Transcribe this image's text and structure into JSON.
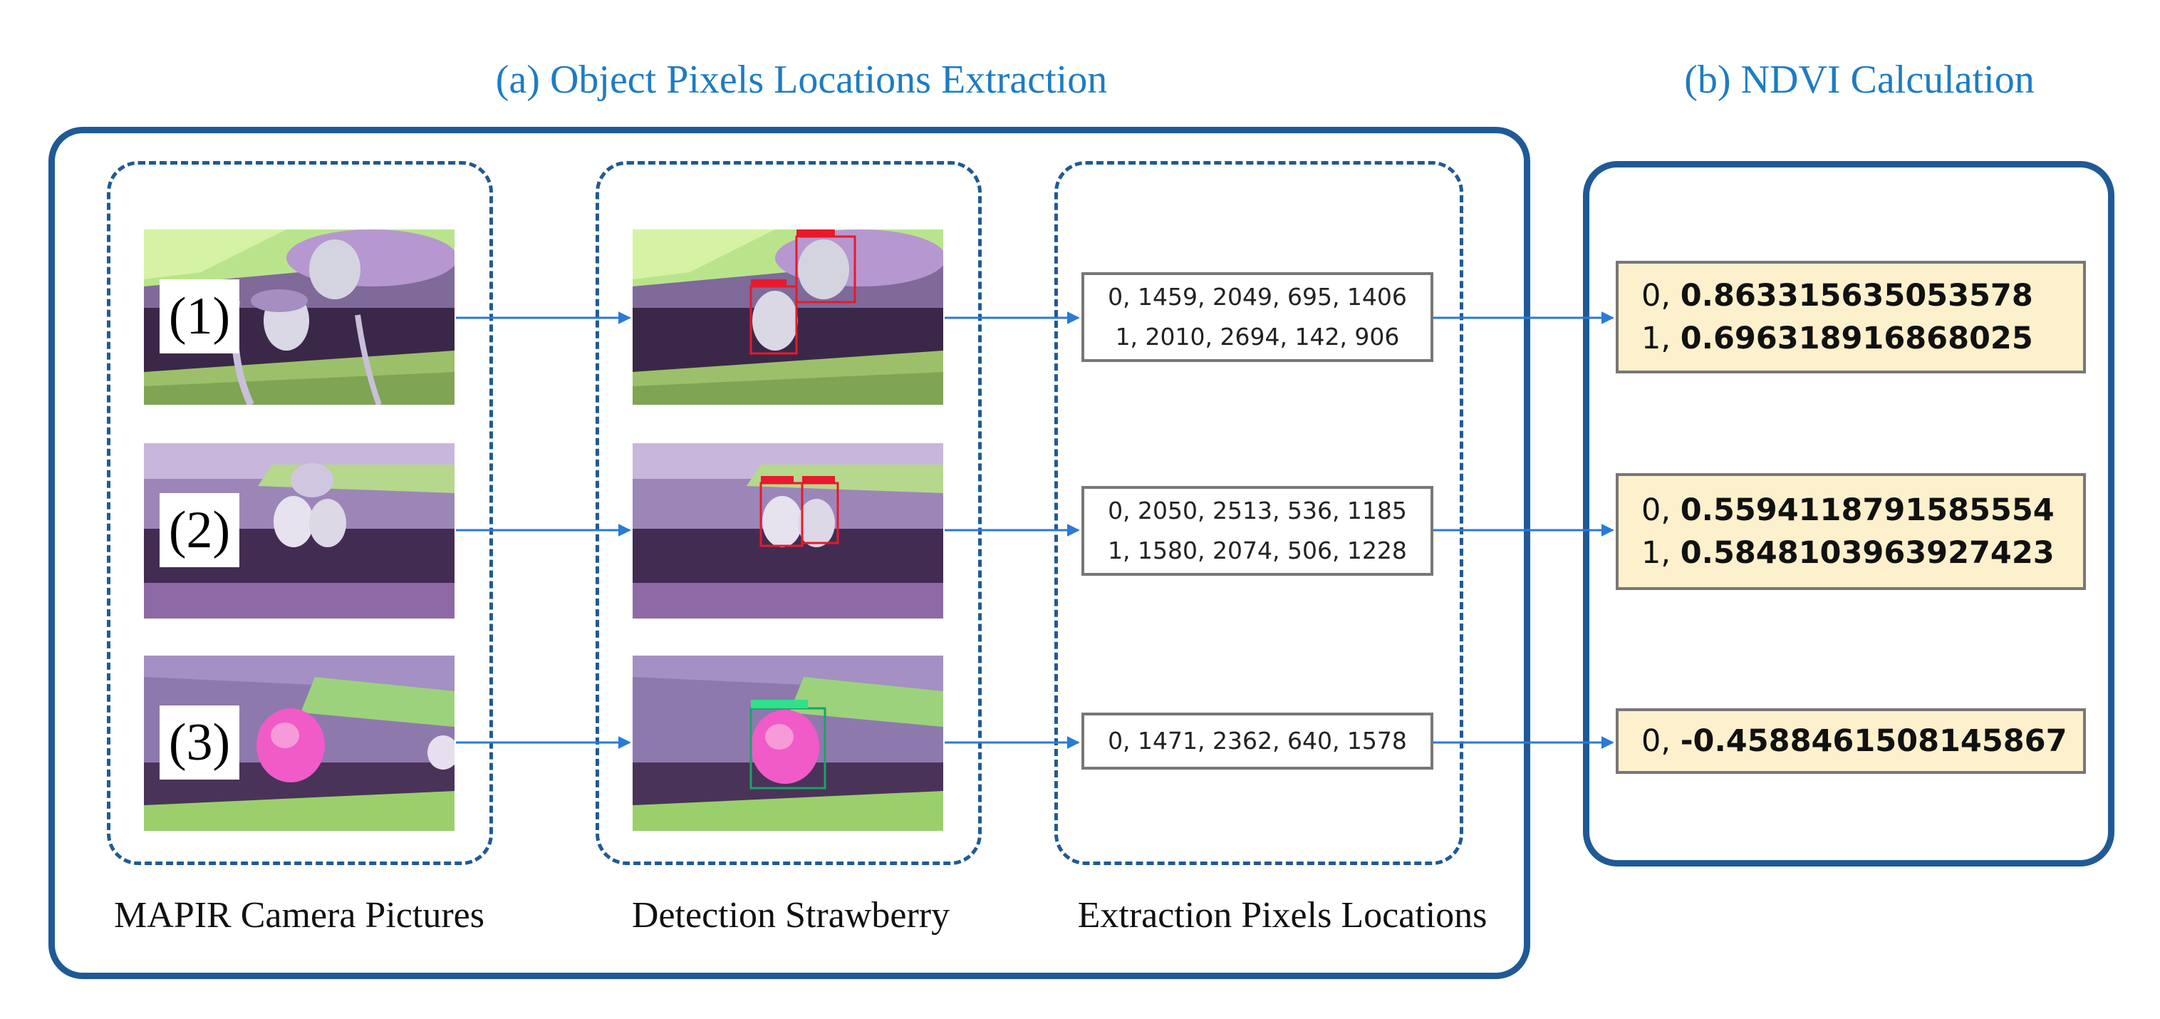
{
  "titles": {
    "a": "(a) Object Pixels Locations Extraction",
    "b": "(b) NDVI Calculation"
  },
  "captions": {
    "camera": "MAPIR Camera Pictures",
    "detection": "Detection Strawberry",
    "extraction": "Extraction Pixels Locations"
  },
  "rows": [
    {
      "label": "(1)",
      "coords": [
        "0, 1459, 2049, 695, 1406",
        "1, 2010, 2694, 142, 906"
      ],
      "ndvi": [
        {
          "index": "0,",
          "value": "0.863315635053578"
        },
        {
          "index": "1,",
          "value": "0.696318916868025"
        }
      ]
    },
    {
      "label": "(2)",
      "coords": [
        "0, 2050, 2513, 536, 1185",
        "1, 1580, 2074, 506, 1228"
      ],
      "ndvi": [
        {
          "index": "0,",
          "value": "0.5594118791585554"
        },
        {
          "index": "1,",
          "value": "0.5848103963927423"
        }
      ]
    },
    {
      "label": "(3)",
      "coords": [
        "0, 1471, 2362, 640, 1578"
      ],
      "ndvi": [
        {
          "index": "0,",
          "value": "-0.4588461508145867"
        }
      ]
    }
  ],
  "colors": {
    "title": "#1d7cc4",
    "frame": "#1f5a97",
    "arrow": "#2a7ad6",
    "ndvi_fill": "#fdf0cc",
    "box_border": "#777777",
    "detection_red": "#e8192c",
    "detection_green": "#1aa36a"
  }
}
